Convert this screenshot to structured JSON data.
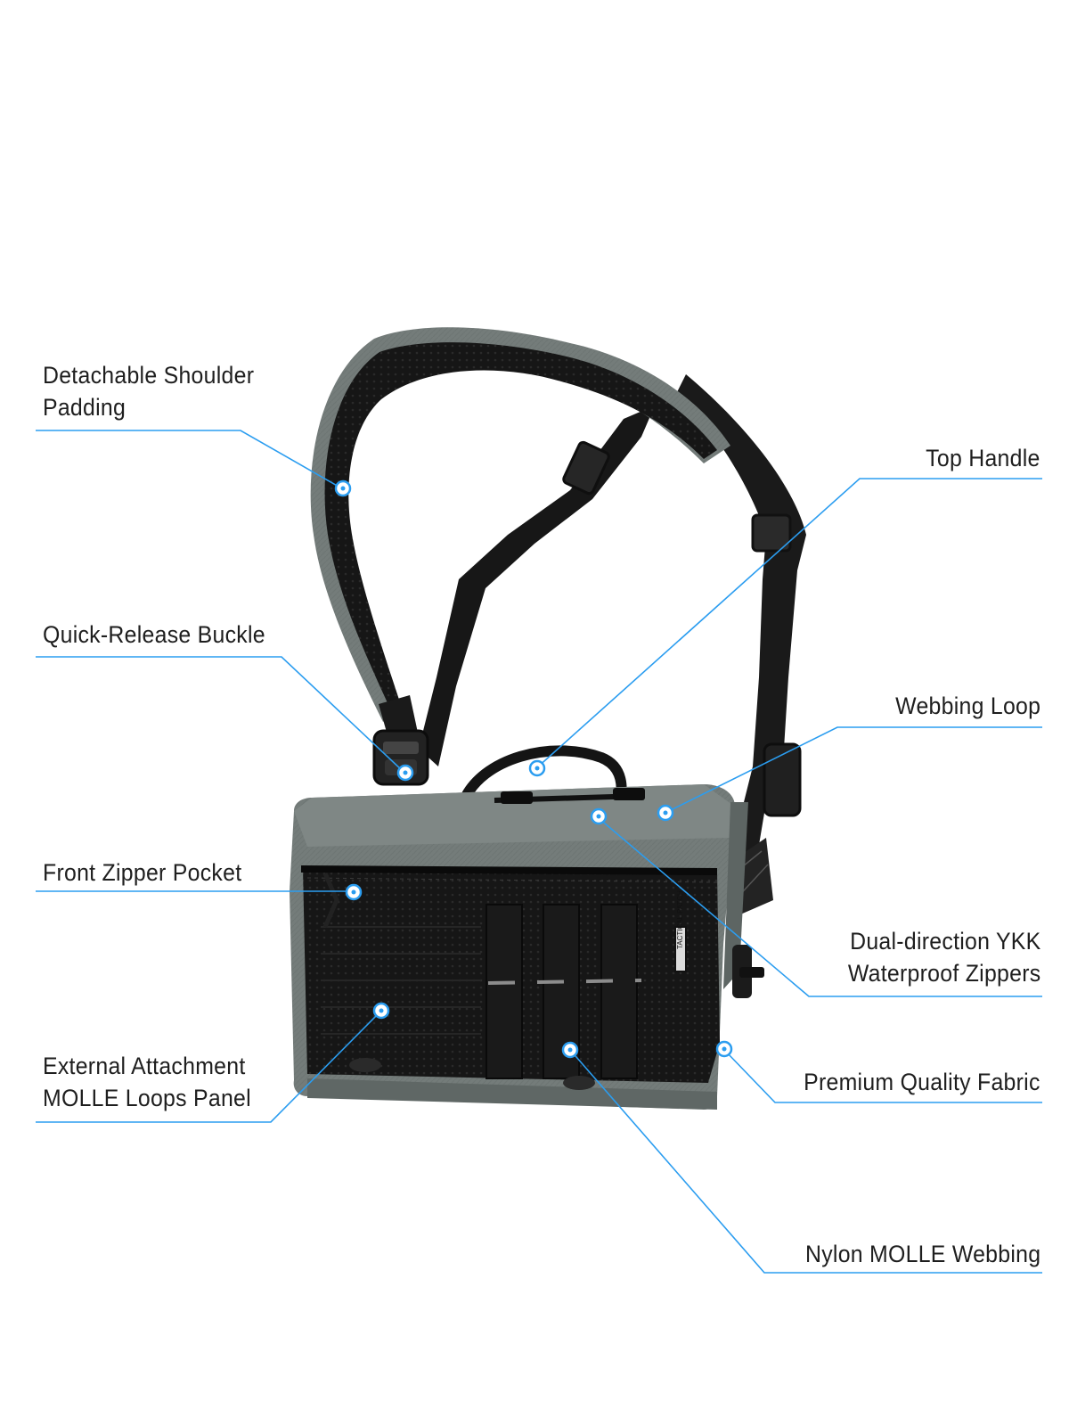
{
  "colors": {
    "leader_line": "#2b9df0",
    "text": "#1e1e1e",
    "fabric_grey": "#747c7a",
    "fabric_dark": "#5f6765",
    "webbing_black": "#1b1b1b"
  },
  "callouts": {
    "shoulder_padding": {
      "line1": "Detachable Shoulder",
      "line2": "Padding"
    },
    "quick_release_buckle": {
      "line1": "Quick-Release Buckle"
    },
    "front_zipper_pocket": {
      "line1": "Front Zipper Pocket"
    },
    "molle_loops_panel": {
      "line1": "External Attachment",
      "line2": "MOLLE Loops Panel"
    },
    "top_handle": {
      "line1": "Top Handle"
    },
    "webbing_loop": {
      "line1": "Webbing Loop"
    },
    "ykk_zippers": {
      "line1": "Dual-direction YKK",
      "line2": "Waterproof Zippers"
    },
    "premium_fabric": {
      "line1": "Premium Quality Fabric"
    },
    "nylon_molle_webbing": {
      "line1": "Nylon MOLLE Webbing"
    }
  },
  "product": {
    "patch_text": "TACTICAL PATCH",
    "icons": [
      "shoulder-pad-icon",
      "buckle-icon",
      "handle-icon",
      "zipper-icon",
      "molle-panel-icon"
    ]
  }
}
